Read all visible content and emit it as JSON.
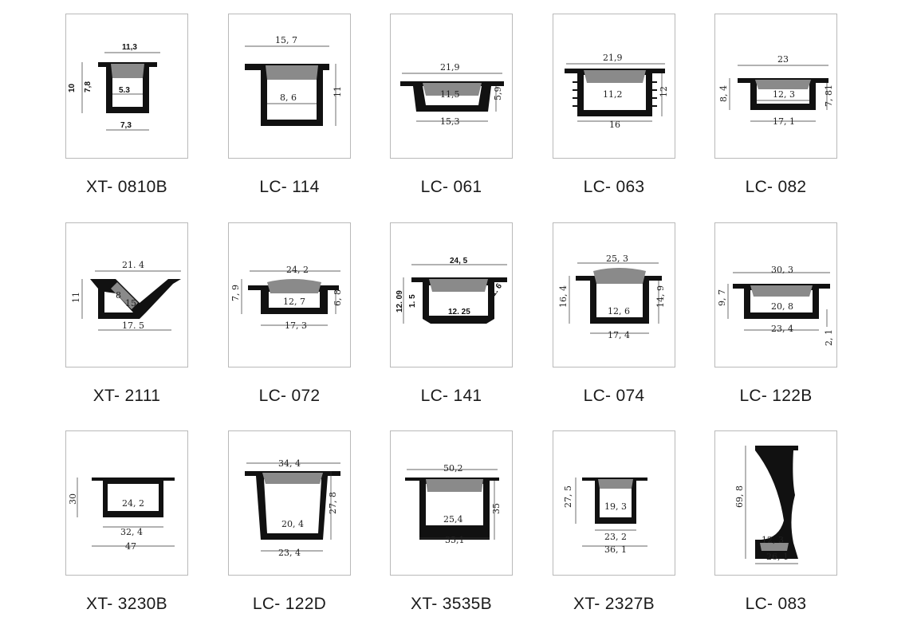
{
  "products": [
    {
      "code": "XT- 0810B",
      "dims": [
        "11,3",
        "10",
        "7,8",
        "5.3",
        "7,3"
      ]
    },
    {
      "code": "LC- 114",
      "dims": [
        "15, 7",
        "8, 6",
        "11"
      ]
    },
    {
      "code": "LC- 061",
      "dims": [
        "21,9",
        "11,5",
        "5,9",
        "15,3"
      ]
    },
    {
      "code": "LC- 063",
      "dims": [
        "21,9",
        "11,2",
        "12",
        "16"
      ]
    },
    {
      "code": "LC- 082",
      "dims": [
        "23",
        "8, 4",
        "12, 3",
        "7, 81",
        "17, 1"
      ]
    },
    {
      "code": "XT- 2111",
      "dims": [
        "21. 4",
        "11",
        "8",
        "15",
        "17. 5"
      ]
    },
    {
      "code": "LC- 072",
      "dims": [
        "24, 2",
        "7, 9",
        "12, 7",
        "6, 8",
        "17, 3"
      ]
    },
    {
      "code": "LC- 141",
      "dims": [
        "24, 5",
        "12. 09",
        "1. 5",
        "12. 25",
        "1. 6"
      ]
    },
    {
      "code": "LC- 074",
      "dims": [
        "25, 3",
        "16, 4",
        "12, 6",
        "14, 9",
        "17, 4"
      ]
    },
    {
      "code": "LC- 122B",
      "dims": [
        "30, 3",
        "9, 7",
        "20, 8",
        "23, 4",
        "2, 1"
      ]
    },
    {
      "code": "XT- 3230B",
      "dims": [
        "30",
        "24, 2",
        "32, 4",
        "47"
      ]
    },
    {
      "code": "LC- 122D",
      "dims": [
        "34, 4",
        "27, 8",
        "20, 4",
        "23, 4"
      ]
    },
    {
      "code": "XT- 3535B",
      "dims": [
        "50,2",
        "35",
        "25,4",
        "35,1"
      ]
    },
    {
      "code": "XT- 2327B",
      "dims": [
        "27, 5",
        "19, 3",
        "23, 2",
        "36, 1"
      ]
    },
    {
      "code": "LC- 083",
      "dims": [
        "69, 8",
        "12, 3",
        "26, 1"
      ]
    }
  ]
}
